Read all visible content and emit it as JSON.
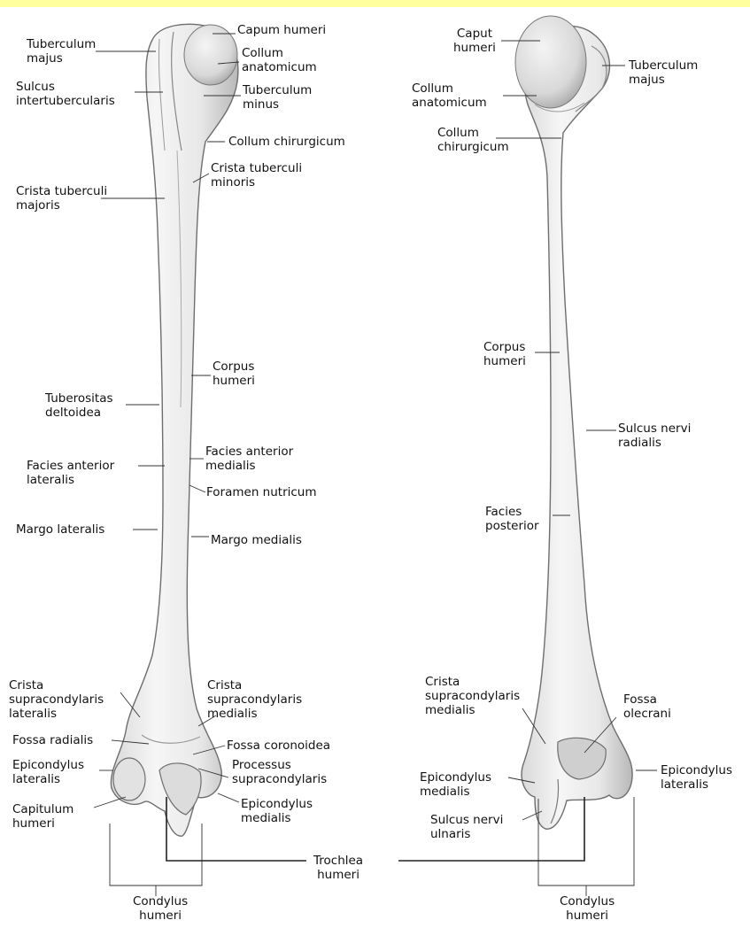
{
  "colors": {
    "background": "#ffffff",
    "top_strip": "#ffff9e",
    "bone_fill": "#efefef",
    "bone_shade": "#bdbdbd",
    "ink": "#111111"
  },
  "anterior": {
    "capum_humeri": "Capum humeri",
    "tuberculum_majus": "Tuberculum\nmajus",
    "collum_anatomicum": "Collum\nanatomicum",
    "sulcus_intertubercularis": "Sulcus\nintertubercularis",
    "tuberculum_minus": "Tuberculum\nminus",
    "collum_chirurgicum": "Collum chirurgicum",
    "crista_tuberculi_minoris": "Crista tuberculi\nminoris",
    "crista_tuberculi_majoris": "Crista tuberculi\nmajoris",
    "corpus_humeri": "Corpus\nhumeri",
    "tuberositas_deltoidea": "Tuberositas\ndeltoidea",
    "facies_anterior_medialis": "Facies anterior\nmedialis",
    "facies_anterior_lateralis": "Facies anterior\nlateralis",
    "foramen_nutricum": "Foramen nutricum",
    "margo_lateralis": "Margo lateralis",
    "margo_medialis": "Margo medialis",
    "crista_supracondylaris_lateralis": "Crista\nsupracondylaris\nlateralis",
    "crista_supracondylaris_medialis": "Crista\nsupracondylaris\nmedialis",
    "fossa_radialis": "Fossa radialis",
    "fossa_coronoidea": "Fossa coronoidea",
    "epicondylus_lateralis": "Epicondylus\nlateralis",
    "processus_supracondylaris": "Processus\nsupracondylaris",
    "capitulum_humeri": "Capitulum\nhumeri",
    "epicondylus_medialis": "Epicondylus\nmedialis",
    "condylus_humeri": "Condylus\nhumeri"
  },
  "shared": {
    "trochlea_humeri": "Trochlea\nhumeri"
  },
  "posterior": {
    "caput_humeri": "Caput\nhumeri",
    "tuberculum_majus": "Tuberculum\nmajus",
    "collum_anatomicum": "Collum\nanatomicum",
    "collum_chirurgicum": "Collum\nchirurgicum",
    "corpus_humeri": "Corpus\nhumeri",
    "sulcus_nervi_radialis": "Sulcus nervi\nradialis",
    "facies_posterior": "Facies\nposterior",
    "crista_supracondylaris_medialis": "Crista\nsupracondylaris\nmedialis",
    "fossa_olecrani": "Fossa\nolecrani",
    "epicondylus_medialis": "Epicondylus\nmedialis",
    "epicondylus_lateralis": "Epicondylus\nlateralis",
    "sulcus_nervi_ulnaris": "Sulcus nervi\nulnaris",
    "condylus_humeri": "Condylus\nhumeri"
  }
}
